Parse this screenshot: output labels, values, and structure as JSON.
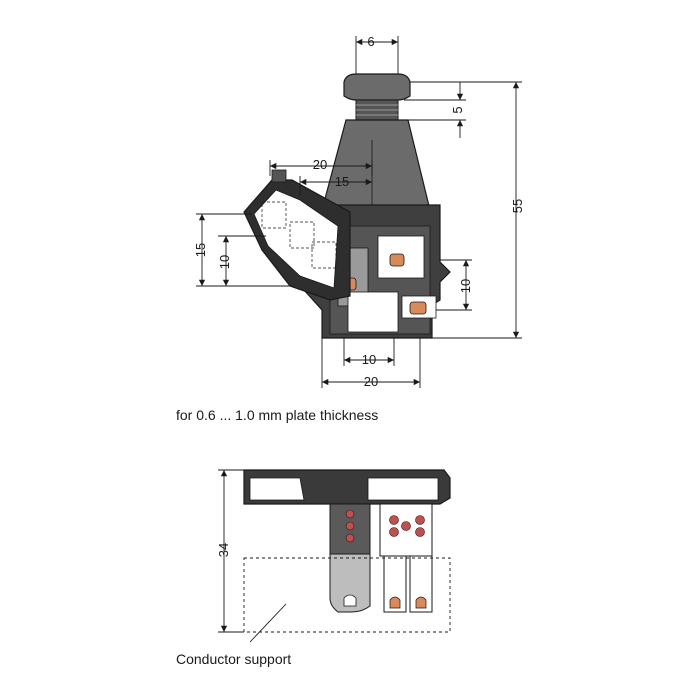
{
  "top_view": {
    "dim_width_top": "6",
    "dim_neck": "5",
    "dim_total_height": "55",
    "dim_span_20_upper": "20",
    "dim_span_15_upper": "15",
    "dim_left_15": "15",
    "dim_left_10": "10",
    "dim_right_10": "10",
    "dim_bottom_10": "10",
    "dim_bottom_20": "20",
    "caption": "for 0.6 ... 1.0 mm plate thickness"
  },
  "side_view": {
    "dim_height": "34",
    "label": "Conductor support"
  },
  "colors": {
    "body_gray": "#6b6b6b",
    "dark_gray": "#3a3a3a",
    "light_gray": "#bdbdbd",
    "accent_orange": "#d98a5a",
    "accent_red": "#c0504d",
    "line": "#1a1a1a"
  }
}
